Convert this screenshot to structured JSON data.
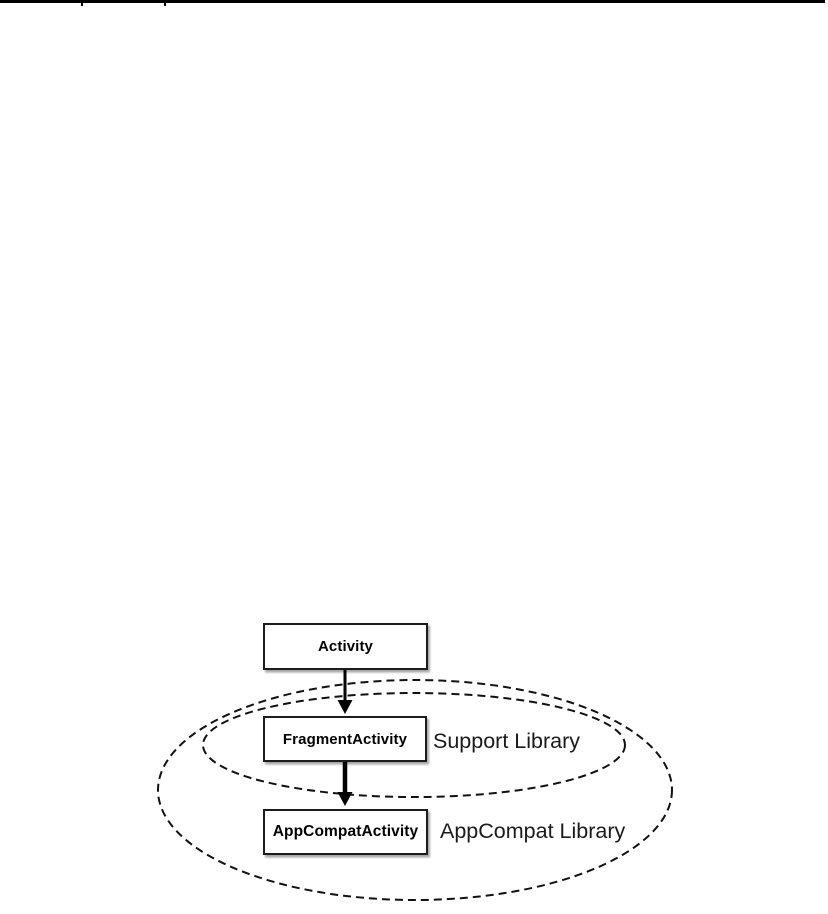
{
  "diagram": {
    "nodes": [
      {
        "id": "activity",
        "label": "Activity"
      },
      {
        "id": "fragment-activity",
        "label": "FragmentActivity"
      },
      {
        "id": "appcompat-activity",
        "label": "AppCompatActivity"
      }
    ],
    "edges": [
      {
        "from": "activity",
        "to": "fragment-activity",
        "style": "solid-arrow"
      },
      {
        "from": "fragment-activity",
        "to": "appcompat-activity",
        "style": "solid-arrow-thick"
      }
    ],
    "groups": [
      {
        "id": "support-library",
        "label": "Support Library",
        "shape": "dashed-ellipse",
        "contains": [
          "fragment-activity"
        ]
      },
      {
        "id": "appcompat-library",
        "label": "AppCompat Library",
        "shape": "dashed-ellipse",
        "contains": [
          "fragment-activity",
          "appcompat-activity"
        ]
      }
    ],
    "colors": {
      "stroke": "#111111",
      "box_border": "#1c1c1c",
      "box_fill": "#ffffff",
      "text": "#000000",
      "label_text": "#1a1a1a"
    }
  }
}
